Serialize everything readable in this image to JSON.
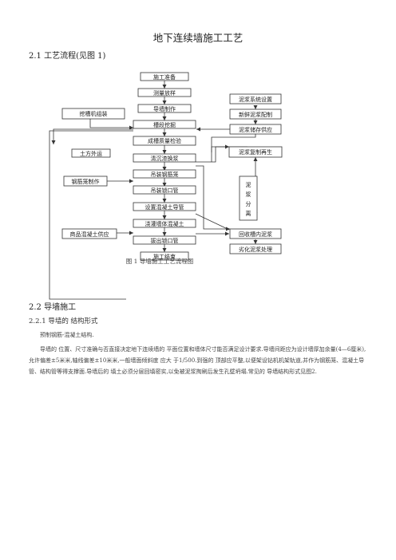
{
  "title": "地下连续墙施工工艺",
  "section_2_1": "2.1  工艺流程(见图 1)",
  "flowchart": {
    "center": [
      "施工准备",
      "测量放样",
      "导墙制作",
      "槽段挖掘",
      "成槽质量检验",
      "清沉渣换浆",
      "吊装钢筋笼",
      "吊装锁口管",
      "设置混凝土导管",
      "浇灌墙体混凝土",
      "拔出锁口管",
      "施工结束"
    ],
    "left": [
      "挖槽机组装",
      "土方外运",
      "钢筋笼制作",
      "商品混凝土供应"
    ],
    "right": [
      "泥浆系统设置",
      "新鲜泥浆配制",
      "泥浆储存供应",
      "泥浆复制再生",
      "回收槽内泥浆",
      "劣化泥浆处理"
    ],
    "vertical": [
      "泥",
      "浆",
      "分",
      "离"
    ],
    "caption": "图 1    导墙施工工艺流程图"
  },
  "section_2_2": "2.2  导墙施工",
  "section_2_2_1": "2.2.1  导墙的 结构形式",
  "p1": "预制钢筋-混凝土结构.",
  "p2": "导墙的 位置、尺寸准确与否直接决定地下连续墙的 平面位置和墙体尺寸能否满足设计要求.导墙间距应为设计墙厚加余量(4—6厘米),允许偏差±5米米,轴线偏差±10米米,一般墙面倾斜度 应大 于1/500.到强的 顶部应平整,以便架设钻机机架轨道,并作为钢筋笼、混凝土导管、结构管等得支撑面.导墙后的 填土必须分层回填密实,以免被泥浆掏刷后发生孔壁坍塌.常见的 导墙结构形式见图2."
}
